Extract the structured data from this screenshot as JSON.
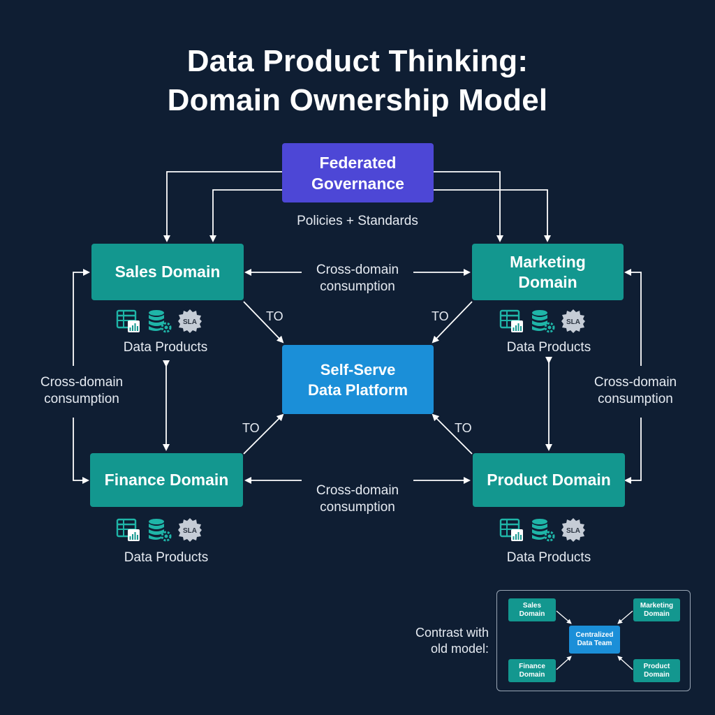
{
  "title": {
    "line1": "Data Product Thinking:",
    "line2": "Domain Ownership Model"
  },
  "governance": {
    "line1": "Federated",
    "line2": "Governance",
    "caption": "Policies + Standards"
  },
  "platform": {
    "line1": "Self-Serve",
    "line2": "Data Platform"
  },
  "domains": {
    "sales": {
      "label": "Sales Domain",
      "products_label": "Data Products"
    },
    "marketing": {
      "line1": "Marketing",
      "line2": "Domain",
      "products_label": "Data Products"
    },
    "finance": {
      "label": "Finance Domain",
      "products_label": "Data Products"
    },
    "product": {
      "label": "Product Domain",
      "products_label": "Data Products"
    }
  },
  "edge_labels": {
    "top": {
      "line1": "Cross-domain",
      "line2": "consumption"
    },
    "bottom": {
      "line1": "Cross-domain",
      "line2": "consumption"
    },
    "left": {
      "line1": "Cross-domain",
      "line2": "consumption"
    },
    "right": {
      "line1": "Cross-domain",
      "line2": "consumption"
    },
    "to": "TO"
  },
  "icons": [
    "table-chart-icon",
    "database-gear-icon",
    "sla-badge-icon"
  ],
  "sla_text": "SLA",
  "contrast": {
    "label_line1": "Contrast with",
    "label_line2": "old model:",
    "sales_line1": "Sales",
    "sales_line2": "Domain",
    "marketing_line1": "Marketing",
    "marketing_line2": "Domain",
    "finance_line1": "Finance",
    "finance_line2": "Domain",
    "product_line1": "Product",
    "product_line2": "Domain",
    "center_line1": "Centralized",
    "center_line2": "Data Team"
  },
  "colors": {
    "background": "#0f1e33",
    "domain": "#13978f",
    "governance": "#4d47d6",
    "platform": "#1b8fd8",
    "line": "#ffffff"
  }
}
